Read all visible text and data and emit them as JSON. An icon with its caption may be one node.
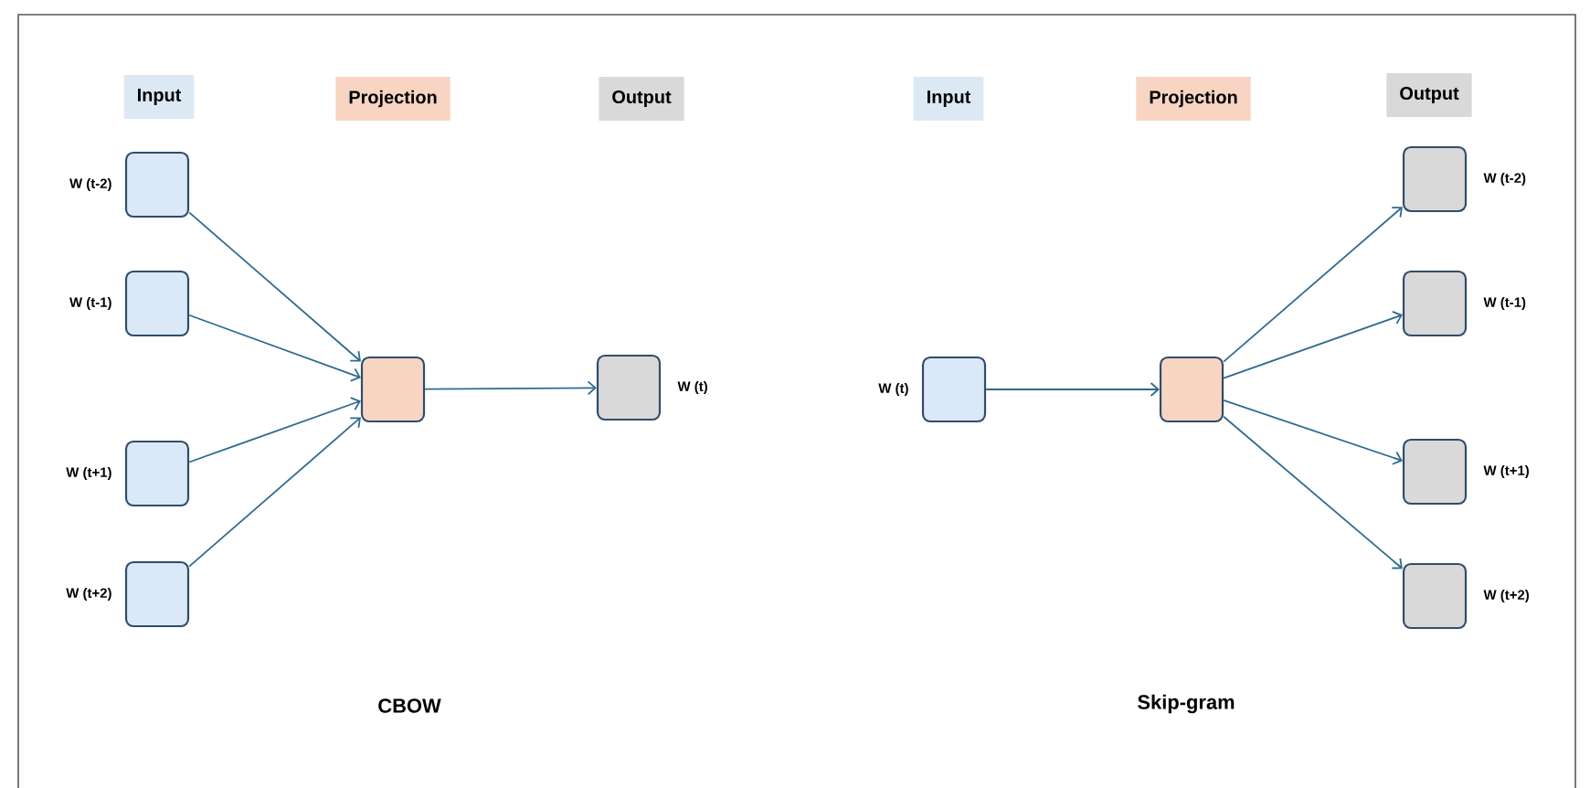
{
  "diagram": {
    "nodes": [
      {
        "text": [
          "Input"
        ]
      },
      {
        "text": [
          "Projection"
        ]
      },
      {
        "text": [
          "Output"
        ]
      },
      {
        "text": [],
        "shape": "box",
        "beside": [
          "W (t-2)"
        ]
      },
      {
        "text": [],
        "shape": "box",
        "beside": [
          "W (t-1)"
        ]
      },
      {
        "text": [],
        "shape": "box",
        "beside": [
          "W (t+1)"
        ]
      },
      {
        "text": [],
        "shape": "box",
        "beside": [
          "W (t+2)"
        ]
      },
      {
        "text": [],
        "shape": "box"
      },
      {
        "text": [],
        "shape": "box",
        "beside": [
          "W (t)"
        ]
      },
      {
        "text": [
          "Input"
        ]
      },
      {
        "text": [
          "Projection"
        ]
      },
      {
        "text": [
          "Output"
        ]
      },
      {
        "text": [],
        "shape": "box",
        "beside": [
          "W (t)"
        ]
      },
      {
        "text": [],
        "shape": "box"
      },
      {
        "text": [],
        "shape": "box",
        "beside": [
          "W (t-2)"
        ]
      },
      {
        "text": [],
        "shape": "box",
        "beside": [
          "W (t-1)"
        ]
      },
      {
        "text": [],
        "shape": "box",
        "beside": [
          "W (t+1)"
        ]
      },
      {
        "text": [],
        "shape": "box",
        "beside": [
          "W (t+2)"
        ]
      }
    ],
    "edges": [
      {
        "from": 3,
        "to": 7,
        "arrow": "to"
      },
      {
        "from": 4,
        "to": 7,
        "arrow": "to"
      },
      {
        "from": 5,
        "to": 7,
        "arrow": "to"
      },
      {
        "from": 6,
        "to": 7,
        "arrow": "to"
      },
      {
        "from": 7,
        "to": 8,
        "arrow": "to"
      },
      {
        "from": 12,
        "to": 13,
        "arrow": "to"
      },
      {
        "from": 13,
        "to": 14,
        "arrow": "to"
      },
      {
        "from": 13,
        "to": 15,
        "arrow": "to"
      },
      {
        "from": 13,
        "to": 16,
        "arrow": "to"
      },
      {
        "from": 13,
        "to": 17,
        "arrow": "to"
      }
    ],
    "labels": [
      "CBOW",
      "Skip-gram"
    ]
  }
}
